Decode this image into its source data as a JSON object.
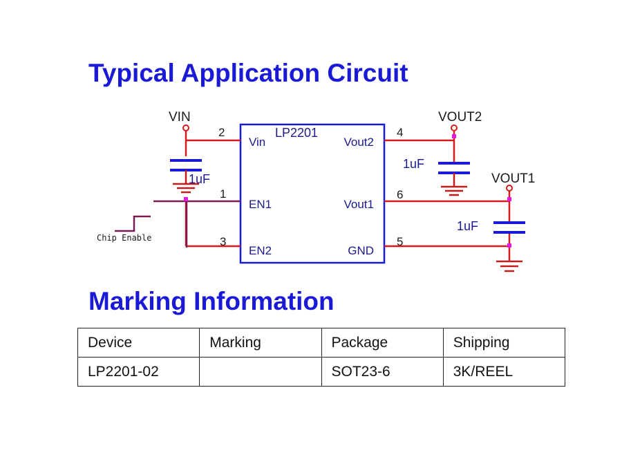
{
  "headings": {
    "application": "Typical Application Circuit",
    "marking": "Marking Information"
  },
  "circuit": {
    "ic_name": "LP2201",
    "nodes": {
      "vin": "VIN",
      "vout2": "VOUT2",
      "vout1": "VOUT1"
    },
    "pins": {
      "vin": "Vin",
      "en1": "EN1",
      "en2": "EN2",
      "vout2": "Vout2",
      "vout1": "Vout1",
      "gnd": "GND"
    },
    "pin_numbers": {
      "vin": "2",
      "en1": "1",
      "en2": "3",
      "vout2": "4",
      "vout1": "6",
      "gnd": "5"
    },
    "capacitors": {
      "input": "1uF",
      "vout2": "1uF",
      "vout1": "1uF"
    },
    "chip_enable_label": "Chip Enable",
    "colors": {
      "box": "#1a1ad6",
      "wire": "#d61a1a",
      "cap": "#1a1ad6",
      "gnd": "#c81a1a",
      "junction": "#e01ae0"
    }
  },
  "table": {
    "headers": [
      "Device",
      "Marking",
      "Package",
      "Shipping"
    ],
    "rows": [
      [
        "LP2201-02",
        "",
        "SOT23-6",
        "3K/REEL"
      ]
    ]
  }
}
